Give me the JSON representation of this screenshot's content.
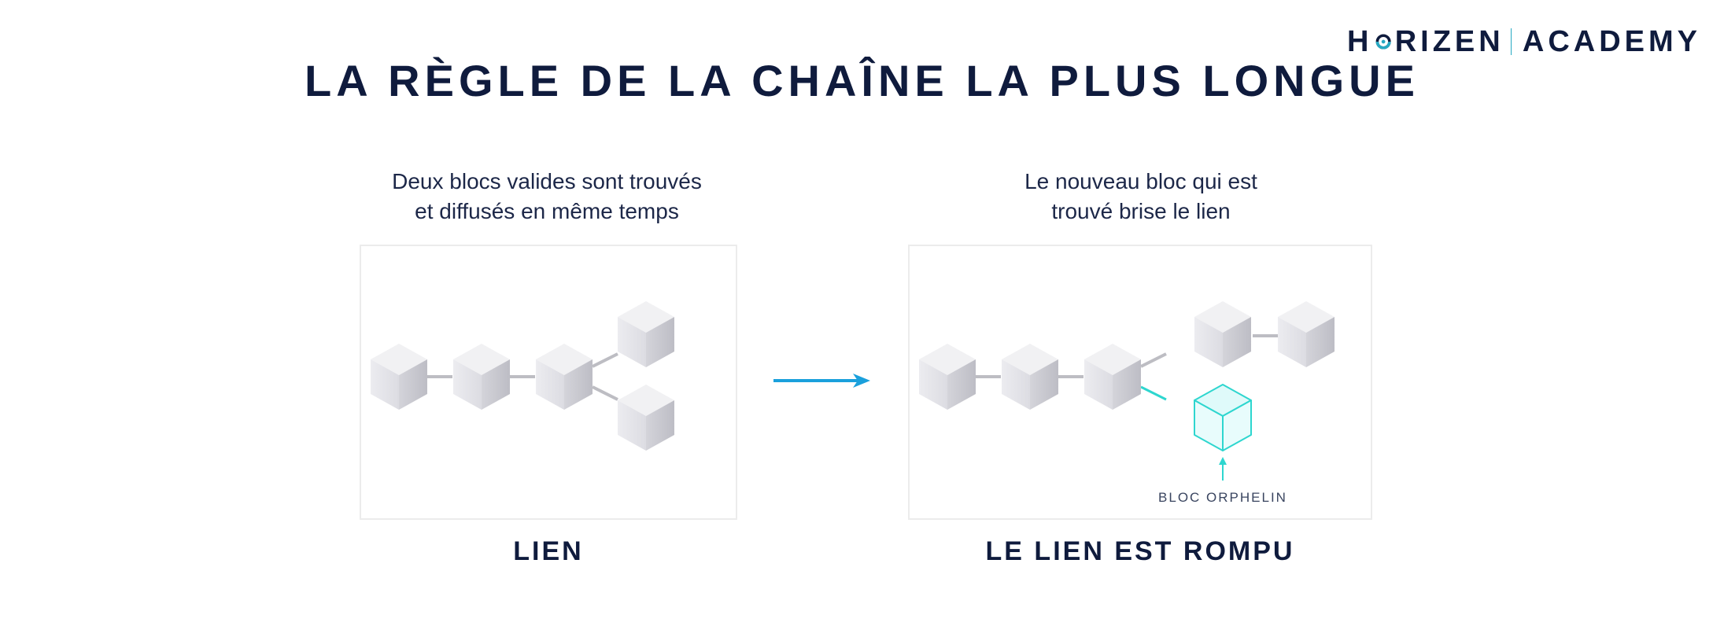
{
  "brand": {
    "logo_part1": "H",
    "logo_part2": "RIZEN",
    "logo_part3": "ACADEMY",
    "logo_accent": "#26a9c3"
  },
  "title": "LA RÈGLE DE LA CHAÎNE LA PLUS LONGUE",
  "left": {
    "caption_line1": "Deux blocs valides sont trouvés",
    "caption_line2": "et diffusés en même temps",
    "label": "LIEN"
  },
  "right": {
    "caption_line1": "Le nouveau bloc qui est",
    "caption_line2": "trouvé brise le lien",
    "label": "LE LIEN EST ROMPU",
    "orphan_label": "BLOC ORPHELIN"
  },
  "colors": {
    "navy": "#0f1b3d",
    "arrow": "#1aa0dc",
    "orphan": "#2ed6cf",
    "connector": "#bdbdc3"
  }
}
